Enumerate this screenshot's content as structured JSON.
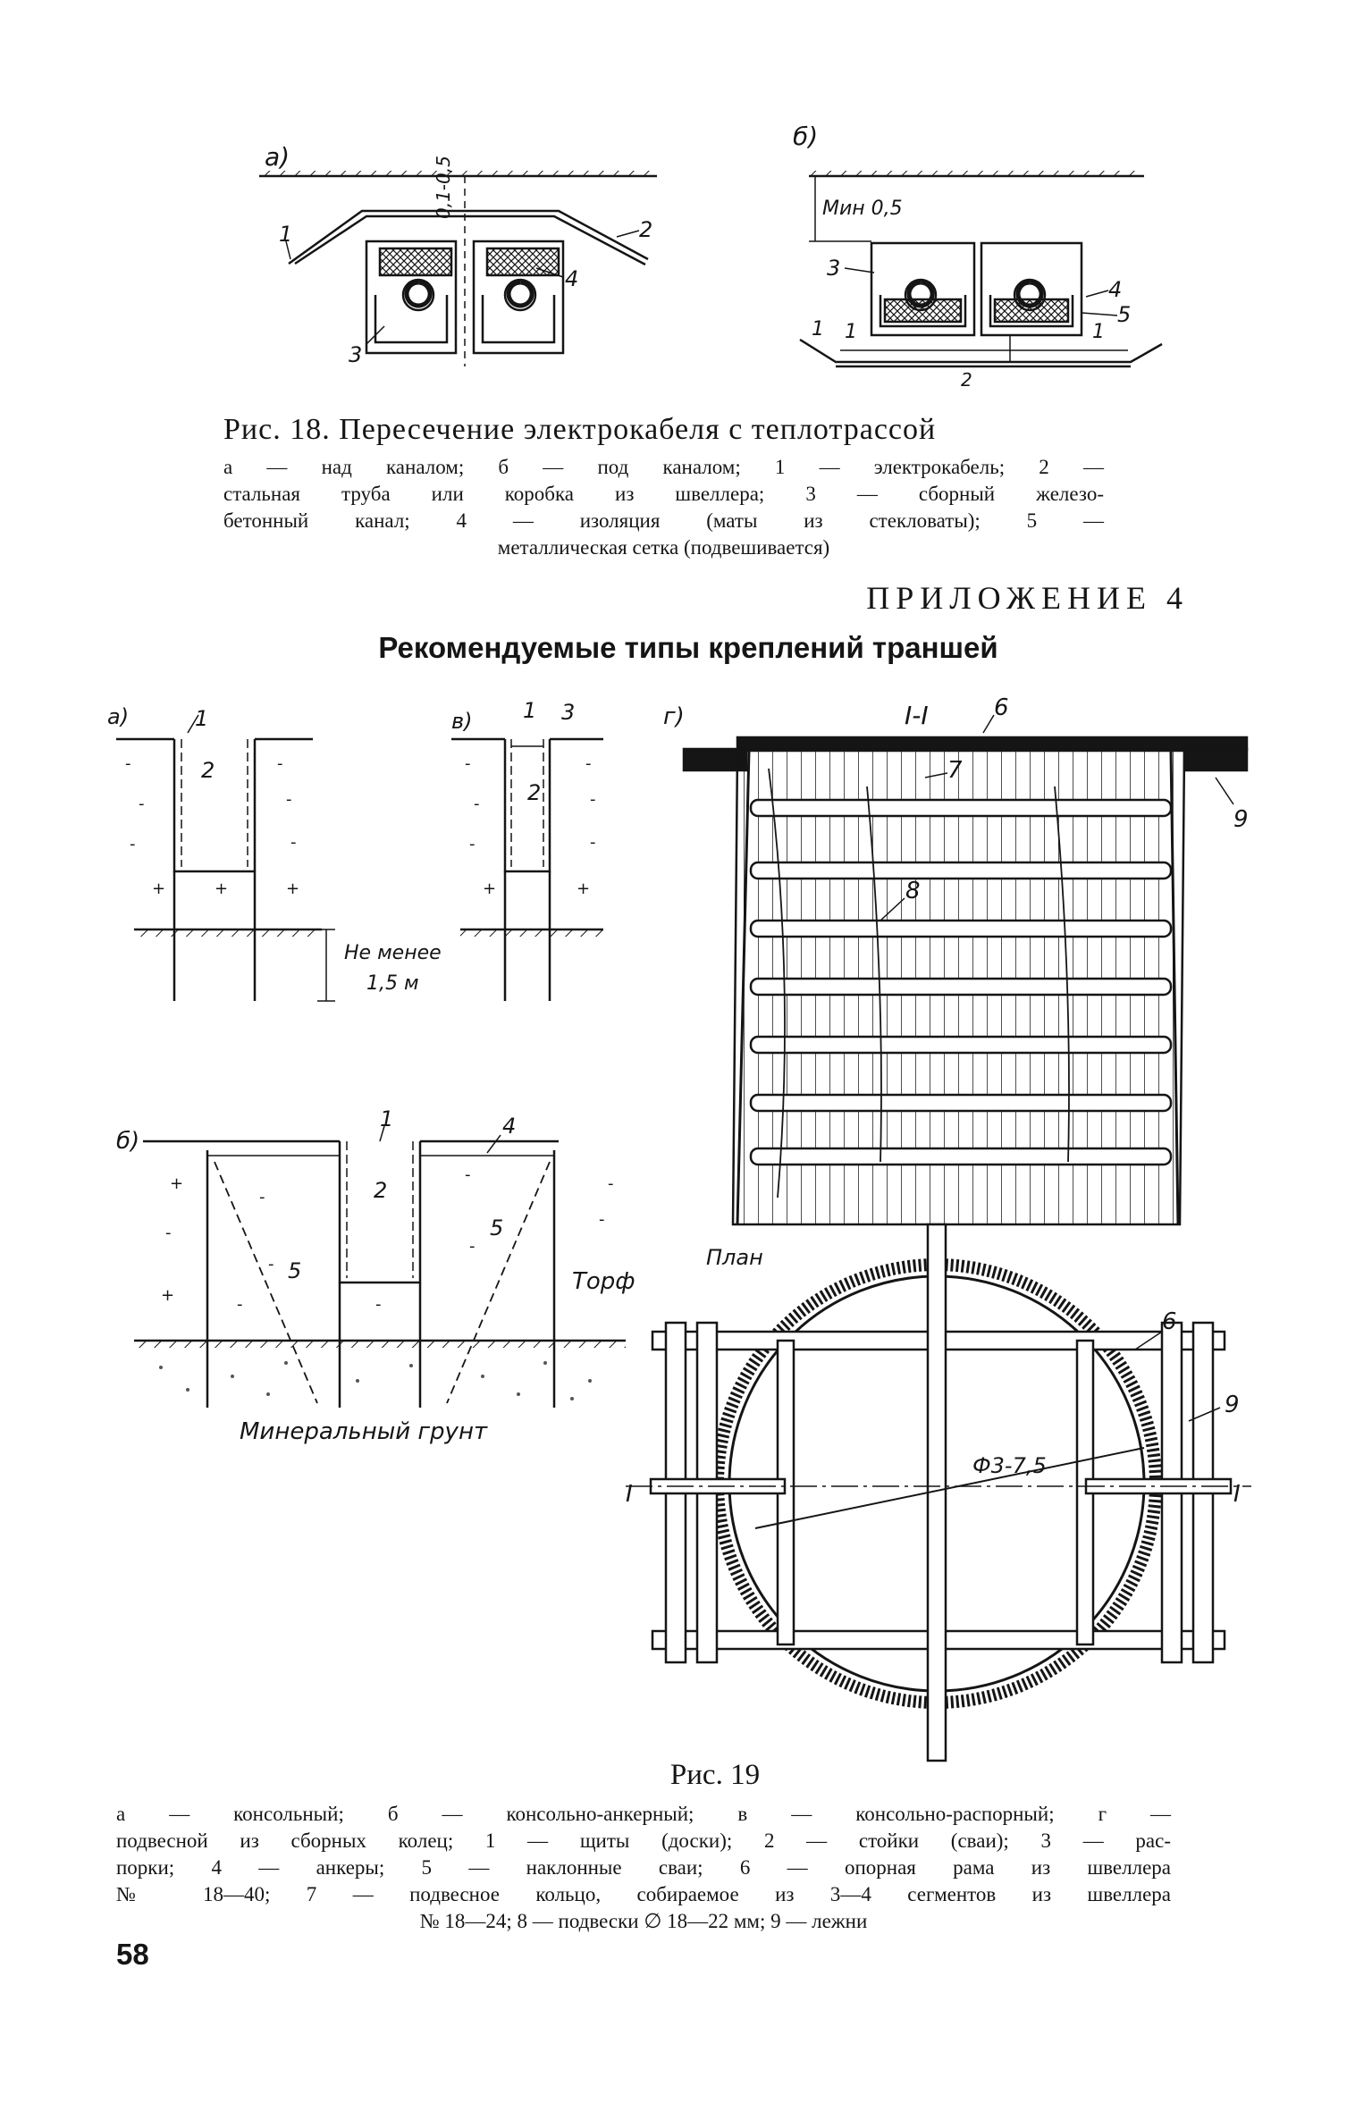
{
  "figure18": {
    "label_a": "а)",
    "label_b": "б)",
    "depth_a": "0,1-0,5",
    "depth_b": "Мин 0,5",
    "callouts_a": [
      "1",
      "2",
      "3",
      "4"
    ],
    "callouts_b": [
      "1",
      "1",
      "1",
      "2",
      "3",
      "4",
      "5"
    ],
    "caption": "Рис. 18. Пересечение электрокабеля с теплотрассой",
    "legend_lines": [
      "а — над каналом; б — под каналом; 1 — электрокабель; 2 —",
      "стальная труба или коробка из швеллера; 3 — сборный железо-",
      "бетонный канал; 4 — изоляция (маты из стекловаты); 5 —",
      "металлическая сетка (подвешивается)"
    ]
  },
  "appendix": {
    "heading": "ПРИЛОЖЕНИЕ 4",
    "title": "Рекомендуемые типы креплений траншей"
  },
  "figure19": {
    "a": {
      "label": "а)",
      "callouts": [
        "1",
        "2"
      ],
      "depth_note_line1": "Не менее",
      "depth_note_line2": "1,5 м"
    },
    "b": {
      "label": "б)",
      "callouts": [
        "1",
        "2",
        "4",
        "5",
        "5"
      ],
      "soil_peat": "Торф",
      "soil_mineral": "Минеральный грунт"
    },
    "v": {
      "label": "в)",
      "callouts": [
        "1",
        "3",
        "2"
      ]
    },
    "g": {
      "label": "г)",
      "section": "I-I",
      "plan": "План",
      "diameter": "Ф3-7,5",
      "callouts": [
        "6",
        "7",
        "8",
        "9",
        "6",
        "9",
        "I",
        "I"
      ]
    },
    "caption": "Рис. 19",
    "legend_lines": [
      "а — консольный; б — консольно-анкерный; в — консольно-распорный; г —",
      "подвесной из сборных колец; 1 — щиты (доски); 2 — стойки (сваи); 3 — рас-",
      "порки; 4 — анкеры; 5 — наклонные сваи; 6 — опорная рама из швеллера",
      "№ 18—40; 7 — подвесное кольцо, собираемое из 3—4 сегментов из швеллера",
      "№ 18—24; 8 — подвески ∅ 18—22 мм; 9 — лежни"
    ]
  },
  "page_number": "58"
}
